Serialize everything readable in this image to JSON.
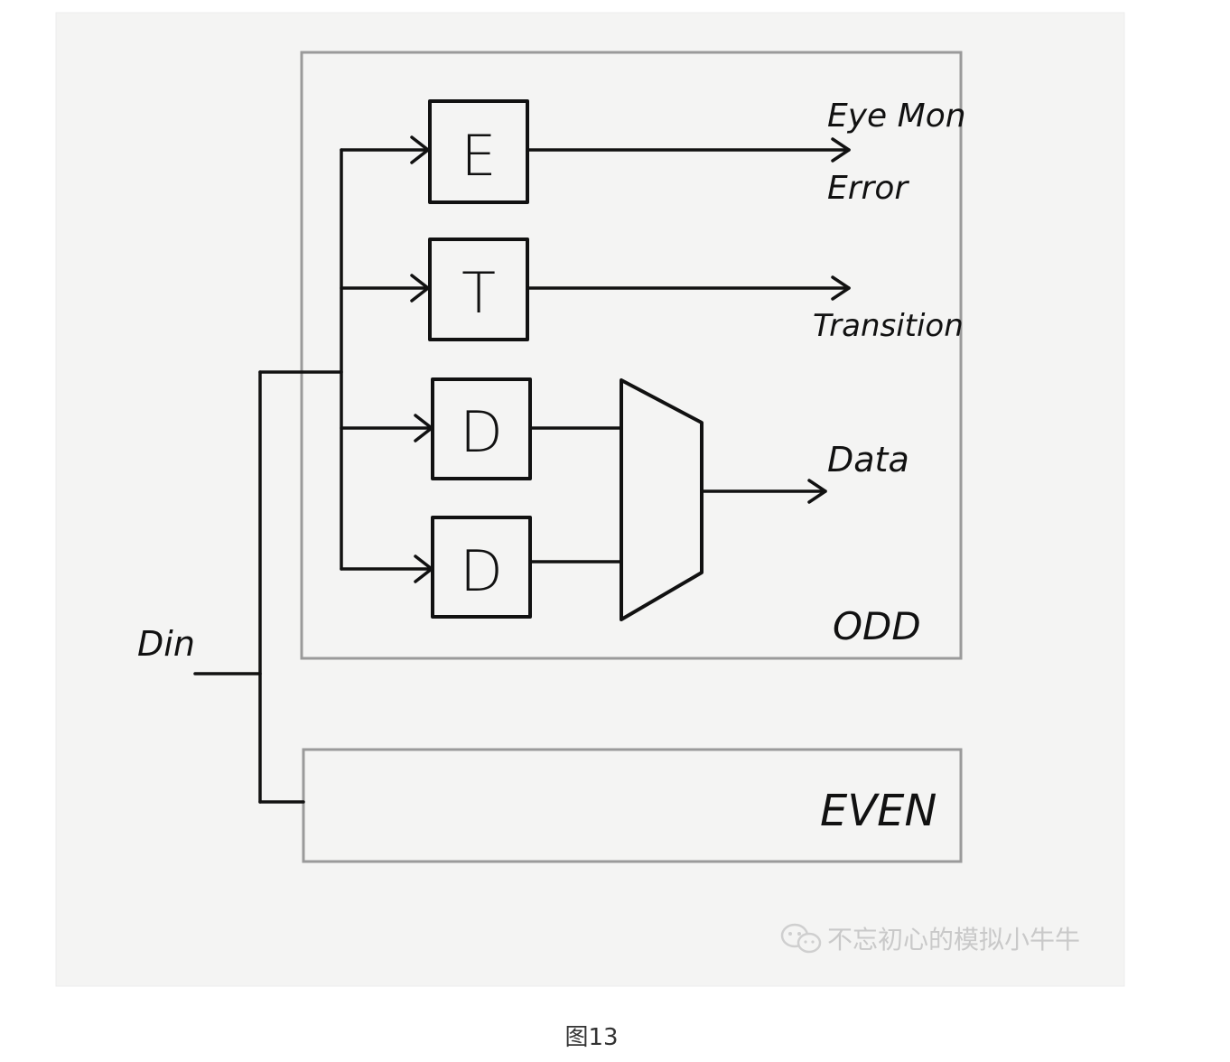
{
  "diagram": {
    "blocks": {
      "odd_label": "ODD",
      "even_label": "EVEN"
    },
    "latches": {
      "error_latch": "E",
      "transition_latch": "T",
      "data_latch_1": "D",
      "data_latch_2": "D"
    },
    "signals": {
      "input": "Din",
      "eye_mon": "Eye Mon",
      "error": "Error",
      "transition": "Transition",
      "data": "Data"
    },
    "watermark": "不忘初心的模拟小牛牛"
  },
  "caption": "图13"
}
